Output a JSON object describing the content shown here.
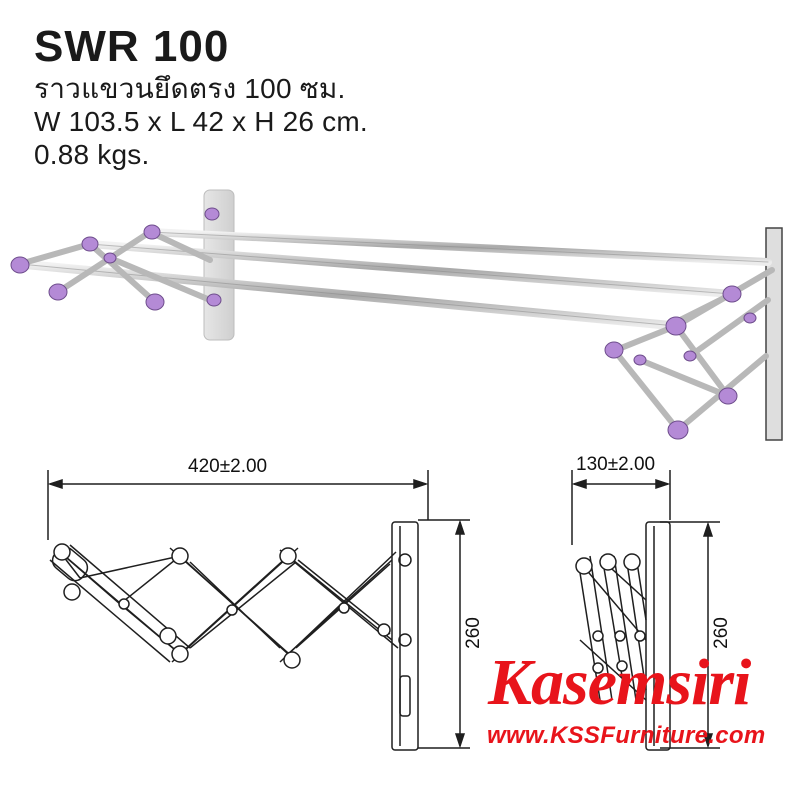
{
  "product": {
    "model": "SWR 100",
    "name_th": "ราวแขวนยึดตรง  100 ซม.",
    "dimensions": "W 103.5 x L 42 x H 26 cm.",
    "weight": "0.88 kgs."
  },
  "drawing": {
    "side_length_label": "420±2.00",
    "folded_depth_label": "130±2.00",
    "height_label_left": "260",
    "height_label_right": "260"
  },
  "watermark": {
    "logo_text": "Kasemsiri",
    "url": "www.KSSFurniture.com",
    "color": "#e8141b"
  },
  "colors": {
    "joint": "#b48ad6",
    "rail": "#c9c9c9",
    "line": "#1f1f1f"
  }
}
